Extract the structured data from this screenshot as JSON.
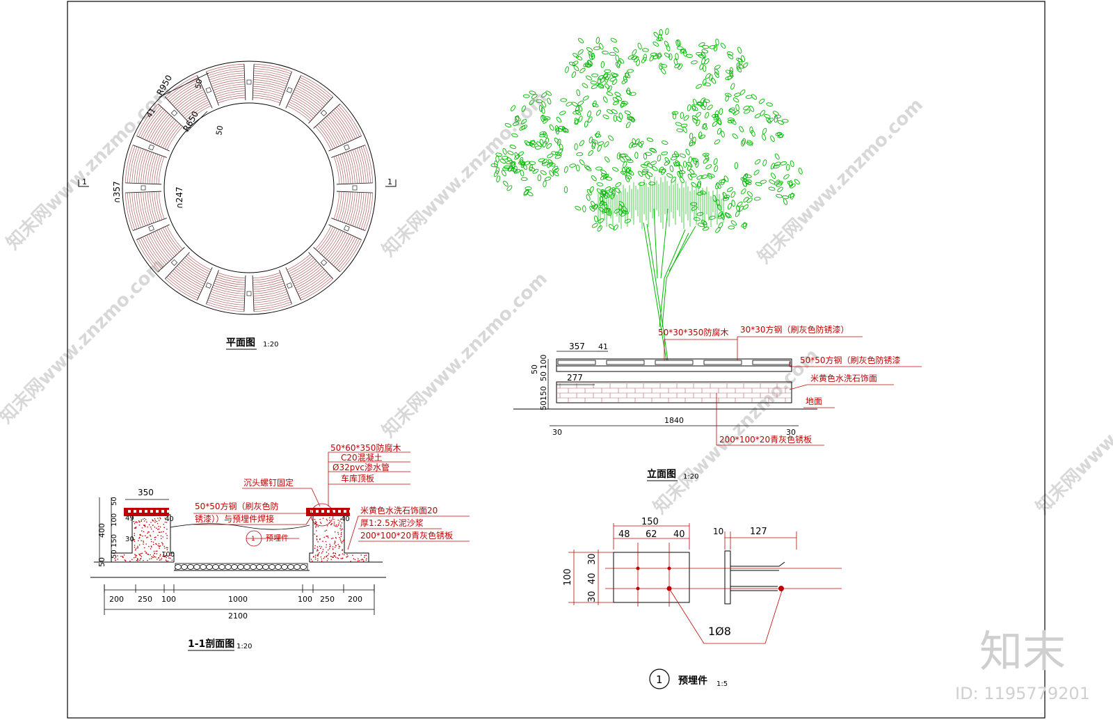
{
  "colors": {
    "line": "#000000",
    "dim": "#c00000",
    "tree": "#00b800",
    "brick": "#b06060",
    "watermark": "#d8d8d8"
  },
  "plan": {
    "title": "平面图",
    "scale": "1:20",
    "dims": {
      "r950": "R950",
      "r650": "R650",
      "d50a": "50",
      "d50b": "50",
      "d41": "41",
      "d357": "∩357",
      "d247": "∩247"
    },
    "section_marks": [
      "1",
      "1"
    ]
  },
  "elevation": {
    "title": "立面图",
    "scale": "1:20",
    "dims": {
      "d357": "357",
      "d41": "41",
      "d277": "277",
      "d1840": "1840",
      "d30l": "30",
      "d30r": "30",
      "v50": "50",
      "v100": "50 100",
      "v150": "50150"
    },
    "labels": [
      "50*30*350防腐木",
      "30*30方钢（刷灰色防锈漆）",
      "50*50方钢（刷灰色防锈漆",
      "米黄色水洗石饰面",
      "地面",
      "200*100*20青灰色锈板"
    ]
  },
  "section": {
    "title": "1-1剖面图",
    "scale": "1:20",
    "dims_bottom": [
      "200",
      "250",
      "100",
      "1000",
      "100",
      "250",
      "200"
    ],
    "total": "2100",
    "top_width": "350",
    "left_dims": [
      "400",
      "50",
      "50",
      "100",
      "150",
      "50"
    ],
    "inner_dims": {
      "d40a": "40",
      "d40b": "40",
      "d30": "30",
      "d100": "100",
      "d49": "49"
    },
    "labels_top": [
      "50*60*350防腐木",
      "C20混凝土",
      "Ø32pvc渗水管",
      "车库顶板"
    ],
    "label_bolt": "沉头螺钉固定",
    "label_steel": [
      "50*50方钢（刷灰色防",
      "锈漆））与预埋件焊接"
    ],
    "label_embed": "预埋件",
    "label_right": [
      "米黄色水洗石饰面20",
      "厚1:2.5水泥沙浆",
      "200*100*20青灰色锈板"
    ],
    "callout": "1"
  },
  "detail": {
    "title": "预埋件",
    "scale": "1:5",
    "number": "1",
    "dims": {
      "d150": "150",
      "d48": "48",
      "d62": "62",
      "d40": "40",
      "d100": "100",
      "d30a": "30",
      "d40v": "40",
      "d30b": "30",
      "d10": "10",
      "d127": "127"
    },
    "rebar": "1Ø8"
  },
  "brand": {
    "logo": "知末",
    "id": "ID: 1195779201",
    "watermark": "知末网www.znzmo.com"
  }
}
